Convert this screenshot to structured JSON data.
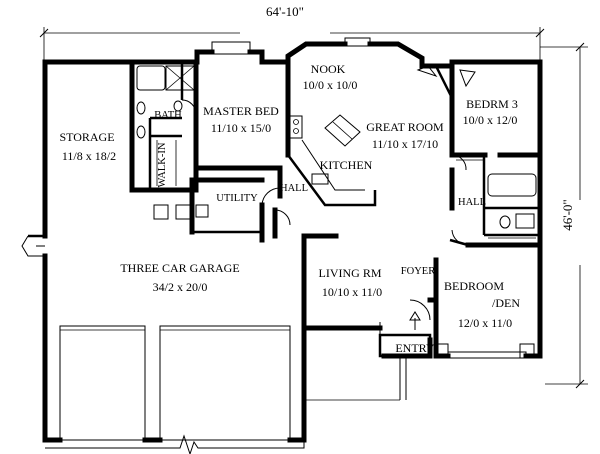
{
  "dimensions": {
    "overall_width": "64'-10\"",
    "overall_depth": "46'-0\""
  },
  "rooms": {
    "storage": {
      "name": "STORAGE",
      "size": "11/8 x 18/2"
    },
    "bath": {
      "name": "BATH"
    },
    "walkin": {
      "name": "WALK-IN"
    },
    "master_bed": {
      "name": "MASTER BED",
      "size": "11/10 x 15/0"
    },
    "nook": {
      "name": "NOOK",
      "size": "10/0 x 10/0"
    },
    "great_room": {
      "name": "GREAT ROOM",
      "size": "11/10 x 17/10"
    },
    "kitchen": {
      "name": "KITCHEN"
    },
    "bedrm3": {
      "name": "BEDRM 3",
      "size": "10/0 x 12/0"
    },
    "utility": {
      "name": "UTILITY"
    },
    "hall_left": {
      "name": "HALL"
    },
    "hall_right": {
      "name": "HALL"
    },
    "garage": {
      "name": "THREE CAR GARAGE",
      "size": "34/2 x 20/0"
    },
    "living": {
      "name": "LIVING RM",
      "size": "10/10 x 11/0"
    },
    "foyer": {
      "name": "FOYER"
    },
    "bedroom_den_1": {
      "name": "BEDROOM"
    },
    "bedroom_den_2": {
      "name": "/DEN"
    },
    "bedroom_den_size": {
      "size": "12/0 x 11/0"
    },
    "entry": {
      "name": "ENTRY"
    }
  }
}
